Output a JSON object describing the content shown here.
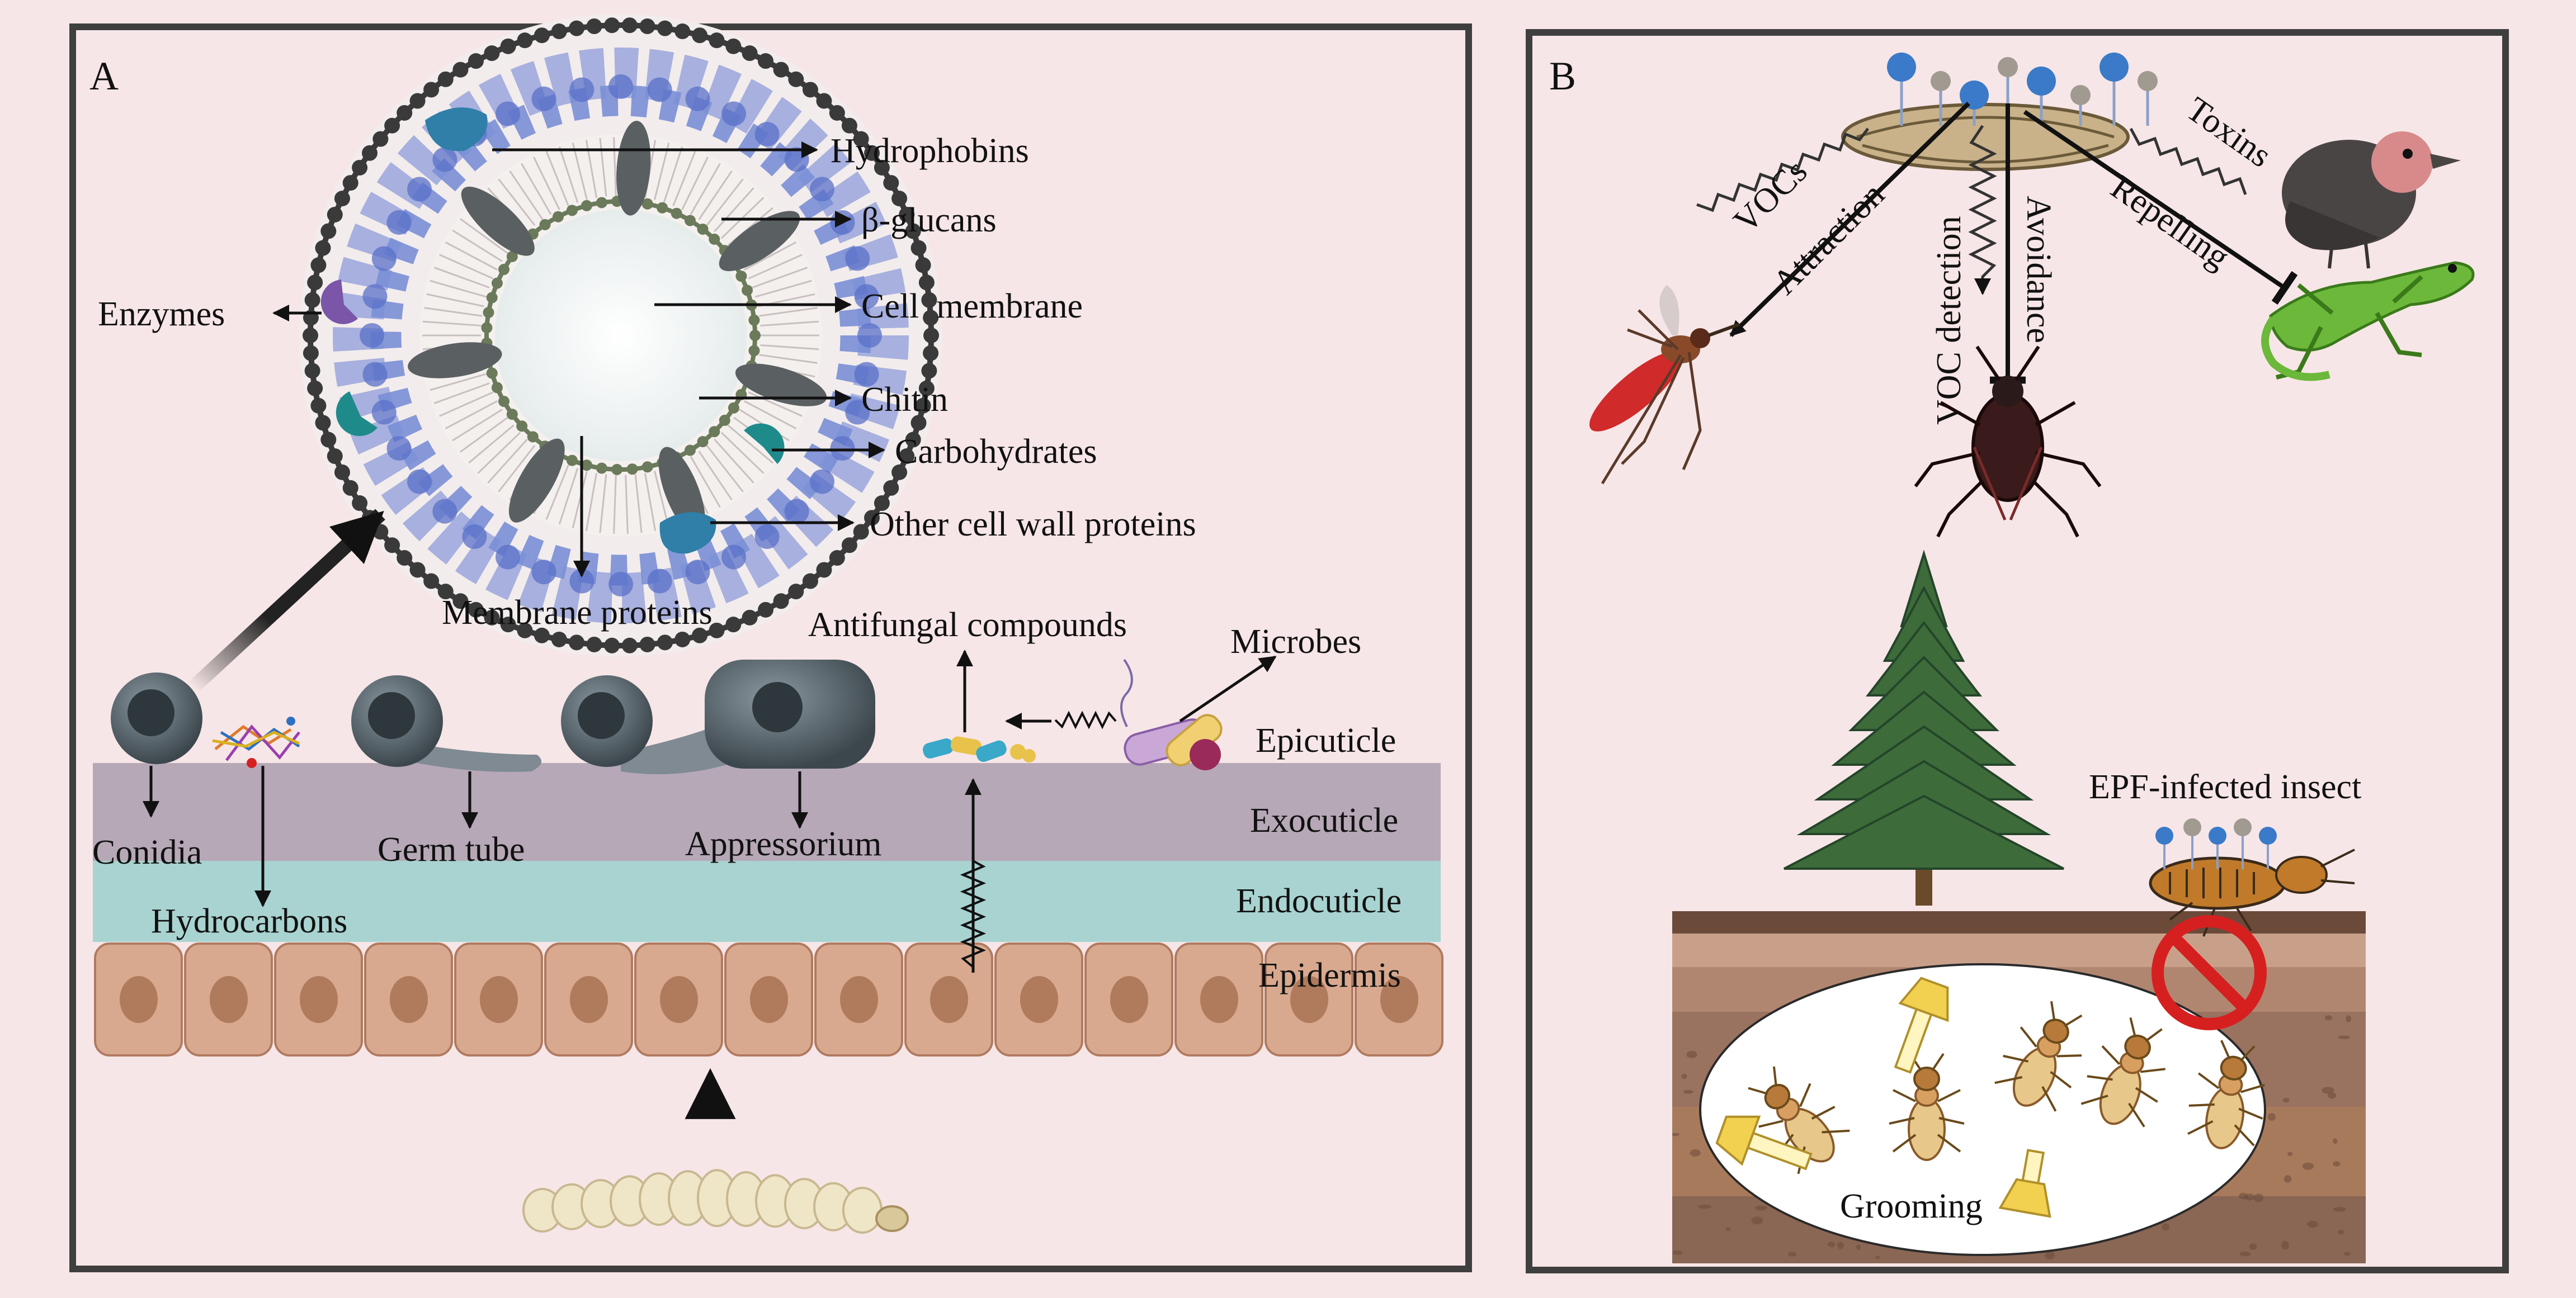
{
  "colors": {
    "page_bg": "#f7e6e7",
    "panel_border": "#3f3f3f",
    "epicuticle": "#f5e4e4",
    "exocuticle": "#b6a8b6",
    "endocuticle": "#a8d3d0",
    "epidermis_cell": "#d8a98f",
    "nucleus": "#b07a5c",
    "conidium": "#5c6b73",
    "glucan": "#7a8fd6",
    "hydrophobin": "#2f7fa8",
    "carbohydrate": "#1f8a8a",
    "enzyme": "#7a55a8",
    "tree": "#3d6b3a",
    "no_sign": "#d62020",
    "soil_top": "#6b4a3a",
    "soil_mid": "#b08670",
    "soil_deep": "#8a6654"
  },
  "panel_a": {
    "label": "A",
    "cell_wall_labels": {
      "hydrophobins": "Hydrophobins",
      "glucans": "β-glucans",
      "cell_membrane": "Cell  membrane",
      "chitin": "Chitin",
      "carbohydrates": "Carbohydrates",
      "other_proteins": "Other cell wall proteins",
      "enzymes": "Enzymes",
      "membrane_proteins": "Membrane proteins"
    },
    "stage_labels": {
      "conidia": "Conidia",
      "hydrocarbons": "Hydrocarbons",
      "germ_tube": "Germ tube",
      "appressorium": "Appressorium",
      "antifungal": "Antifungal compounds",
      "microbes": "Microbes"
    },
    "layer_labels": {
      "epicuticle": "Epicuticle",
      "exocuticle": "Exocuticle",
      "endocuticle": "Endocuticle",
      "epidermis": "Epidermis"
    },
    "icons": [
      "cell-wall-diagram",
      "conidium-icon",
      "germ-tube-icon",
      "appressorium-icon",
      "hydrocarbon-molecule-icon",
      "bacteria-icon",
      "larva-icon"
    ]
  },
  "panel_b": {
    "label": "B",
    "labels": {
      "vocs": "VOCs",
      "attraction": "Attraction",
      "voc_detection": "VOC detection",
      "avoidance": "Avoidance",
      "toxins": "Toxins",
      "repelling": "Repelling",
      "epf_insect": "EPF-infected insect",
      "grooming": "Grooming"
    },
    "icons": [
      "infected-cadaver-icon",
      "mosquito-icon",
      "bug-icon",
      "bird-icon",
      "lizard-icon",
      "tree-icon",
      "termite-icon",
      "no-entry-icon"
    ]
  }
}
